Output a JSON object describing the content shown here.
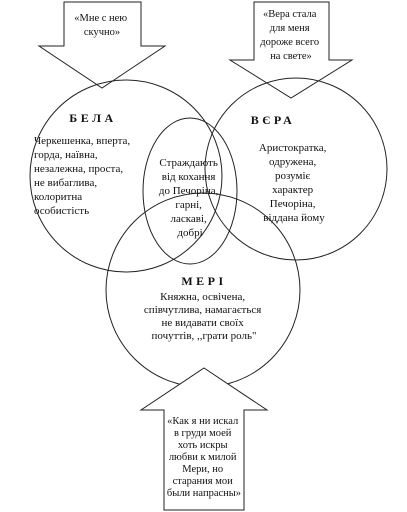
{
  "quotes": {
    "top_left": [
      "«Мне с нею",
      "скучно»"
    ],
    "top_right": [
      "«Вера стала",
      "для меня",
      "дороже всего",
      "на свете»"
    ],
    "bottom": [
      "«Как я ни искал",
      "в груди моей",
      "хоть искры",
      "любви к милой",
      "Мери, но",
      "старания мои",
      "были напрасны»"
    ]
  },
  "circles": {
    "bela": {
      "title": "БЕЛА",
      "lines": [
        "Черкешенка, вперта,",
        "горда, наївна,",
        "незалежна, проста,",
        "не вибаглива,",
        "колоритна",
        "особистість"
      ]
    },
    "vera": {
      "title": "ВЄРА",
      "lines": [
        "Аристократка,",
        "одружена,",
        "розуміє",
        "характер",
        "Печоріна,",
        "віддана йому"
      ]
    },
    "meri": {
      "title": "МЕРІ",
      "lines": [
        "Княжна, освічена,",
        "співчутлива, намагається",
        "не видавати своїх",
        "почуттів, ,,грати роль\""
      ]
    },
    "center": {
      "lines": [
        "Страждають",
        "від кохання",
        "до Печоріна,",
        "гарні,",
        "ласкаві,",
        "добрі"
      ]
    }
  }
}
